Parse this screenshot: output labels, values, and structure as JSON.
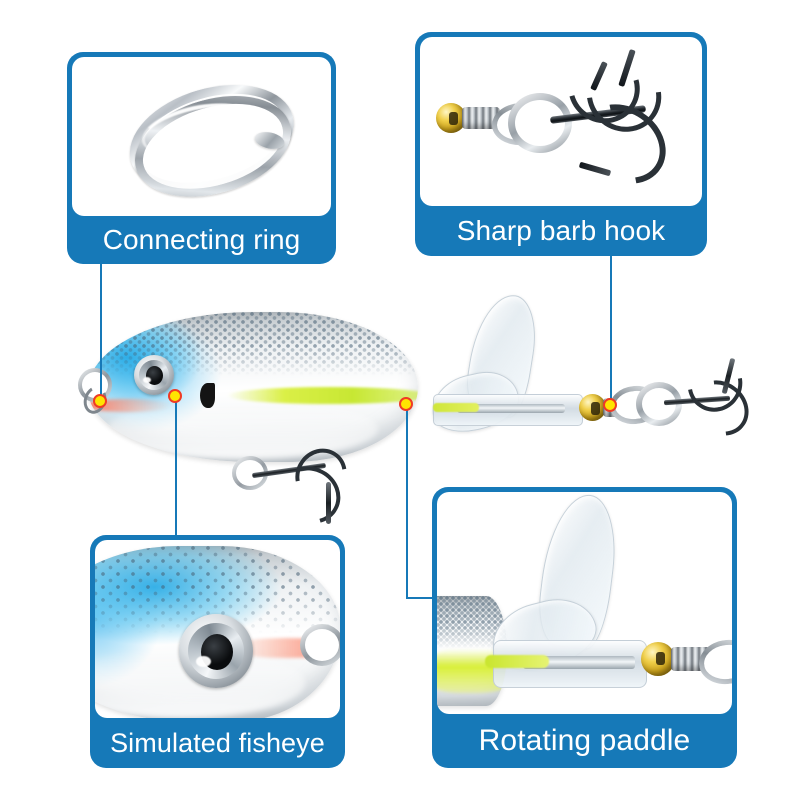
{
  "page": {
    "title": "Fishing Lure Feature Infographic",
    "background_color": "#ffffff",
    "accent_color": "#1679b8",
    "caption_text_color": "#ffffff",
    "marker_fill_color": "#ffe400",
    "marker_ring_color": "#ef3b24",
    "connector_color": "#1679b8"
  },
  "callouts": [
    {
      "id": "connecting-ring",
      "label": "Connecting ring",
      "image_subject": "split-ring-closeup",
      "position": "top-left"
    },
    {
      "id": "sharp-barb-hook",
      "label": "Sharp barb hook",
      "image_subject": "treble-hook-with-gold-bead-and-swivel-closeup",
      "position": "top-right"
    },
    {
      "id": "simulated-fisheye",
      "label": "Simulated fisheye",
      "image_subject": "lure-head-with-3d-eye-closeup",
      "position": "bottom-left"
    },
    {
      "id": "rotating-paddle",
      "label": "Rotating paddle",
      "image_subject": "clear-rotating-tail-paddle-closeup",
      "position": "bottom-right"
    }
  ],
  "markers": [
    {
      "id": "marker-connecting-ring",
      "target": "nose-split-ring"
    },
    {
      "id": "marker-fisheye",
      "target": "lure-eye"
    },
    {
      "id": "marker-rotating-paddle",
      "target": "tail-joint"
    },
    {
      "id": "marker-barb-hook",
      "target": "rear-treble-hook"
    }
  ],
  "product": {
    "name": "jointed-swimbait-topwater-lure",
    "parts": [
      "lure-head",
      "scaled-back",
      "simulated-fisheye",
      "gill-mark",
      "lateral-chartreuse-stripe",
      "belly-treble-hook",
      "nose-split-ring",
      "rotating-paddle-blade",
      "clear-shaft",
      "gold-bead",
      "wire-spring",
      "barrel-swivel",
      "rear-treble-hook"
    ],
    "colors": {
      "head": "#3aaee6",
      "body": "#eef1f3",
      "stripe": "#d2e63c",
      "bead": "#e0bb35",
      "hardware": "#9aa2a9"
    }
  }
}
